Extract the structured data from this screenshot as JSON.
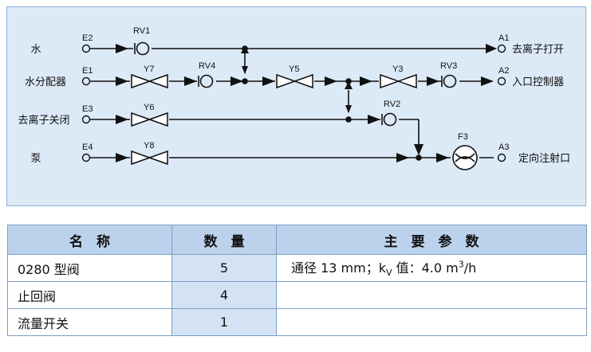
{
  "diagram": {
    "row_labels": [
      "水",
      "水分配器",
      "去离子关闭",
      "泵"
    ],
    "inlets": [
      "E2",
      "E1",
      "E3",
      "E4"
    ],
    "components": {
      "rv1": "RV1",
      "rv2": "RV2",
      "rv3": "RV3",
      "rv4": "RV4",
      "y3": "Y3",
      "y5": "Y5",
      "y6": "Y6",
      "y7": "Y7",
      "y8": "Y8",
      "f3": "F3"
    },
    "outlets": [
      {
        "id": "A1",
        "label": "去离子打开"
      },
      {
        "id": "A2",
        "label": "入口控制器"
      },
      {
        "id": "A3",
        "label": "定向注射口"
      }
    ]
  },
  "table": {
    "headers": [
      "名　称",
      "数　量",
      "主　要　参　数"
    ],
    "rows": [
      {
        "name": "0280 型阀",
        "qty": "5",
        "param_main": "通径 13 mm；k",
        "param_sub": "V",
        "param_mid": " 值：4.0 m",
        "param_sup": "3",
        "param_end": "/h"
      },
      {
        "name": "止回阀",
        "qty": "4"
      },
      {
        "name": "流量开关",
        "qty": "1"
      }
    ]
  }
}
